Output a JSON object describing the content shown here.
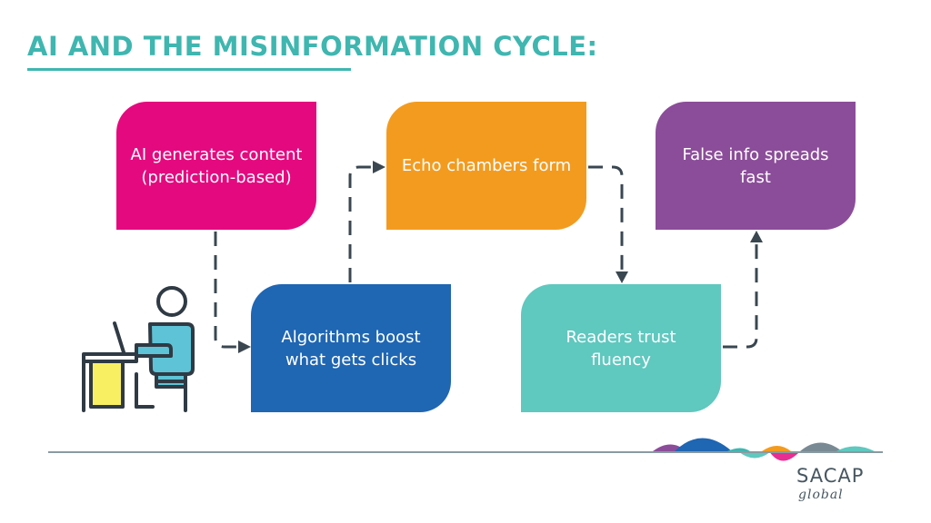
{
  "title": "AI AND THE MISINFORMATION CYCLE:",
  "boxes": {
    "ai": {
      "line1": "AI generates content",
      "line2": "(prediction-based)",
      "color": "#e5097f"
    },
    "echo": {
      "line1": "Echo chambers form",
      "color": "#f39b1f"
    },
    "false_info": {
      "line1": "False info spreads",
      "line2": "fast",
      "color": "#8b4d99"
    },
    "algorithms": {
      "line1": "Algorithms boost",
      "line2": "what gets clicks",
      "color": "#1f66b3"
    },
    "readers": {
      "line1": "Readers trust",
      "line2": "fluency",
      "color": "#5fc8bf"
    }
  },
  "logo": {
    "name": "SACAP",
    "tagline": "global"
  },
  "icons": [
    "person-at-desk-icon",
    "arrow-icon",
    "logo-wave-icon"
  ]
}
